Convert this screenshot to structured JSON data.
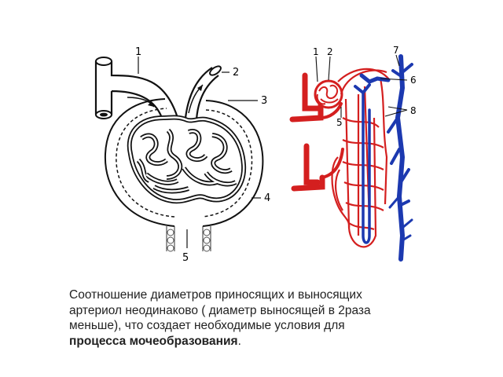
{
  "left_diagram": {
    "labels": [
      "1",
      "2",
      "3",
      "4",
      "5"
    ]
  },
  "right_diagram": {
    "labels": [
      "1",
      "2",
      "7",
      "6",
      "8",
      "5"
    ]
  },
  "colors": {
    "arteriole": "#d41f1f",
    "vein": "#1c39b0",
    "outline": "#111111"
  },
  "caption": {
    "line1": "Соотношение диаметров  приносящих и выносящих",
    "line2": "артериол   неодинаково ( диаметр выносящей  в 2раза",
    "line3": "меньше),  что создает необходимые условия для",
    "line4_bold": "процесса мочеобразования",
    "line4_end": "."
  }
}
